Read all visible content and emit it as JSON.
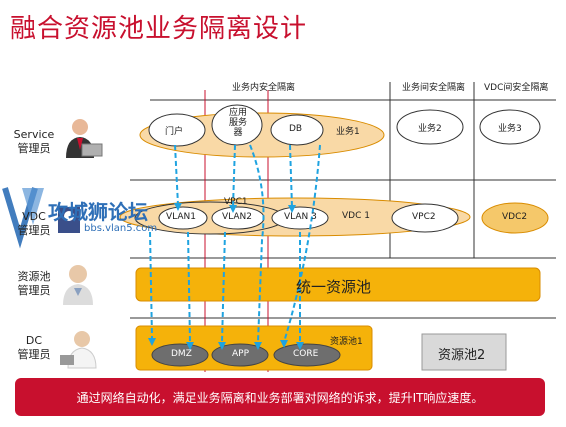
{
  "title": "融合资源池业务隔离设计",
  "headers": {
    "intra": "业务内安全隔离",
    "inter": "业务间安全隔离",
    "vdc": "VDC间安全隔离"
  },
  "roles": {
    "service_line1": "Service",
    "service_line2": "管理员",
    "vdc_line1": "VDC",
    "vdc_line2": "管理员",
    "pool_line1": "资源池",
    "pool_line2": "管理员",
    "dc_line1": "DC",
    "dc_line2": "管理员"
  },
  "service_layer": {
    "portal": "门户",
    "app_server_l1": "应用",
    "app_server_l2": "服务",
    "app_server_l3": "器",
    "db": "DB",
    "biz1": "业务1",
    "biz2": "业务2",
    "biz3": "业务3"
  },
  "vdc_layer": {
    "vpc1": "VPC1",
    "vlan1": "VLAN1",
    "vlan2": "VLAN2",
    "vlan3": "VLAN 3",
    "vdc1": "VDC 1",
    "vpc2": "VPC2",
    "vdc2": "VDC2"
  },
  "pool_layer": {
    "unified_pool": "统一资源池"
  },
  "dc_layer": {
    "dmz": "DMZ",
    "app": "APP",
    "core": "CORE",
    "pool1": "资源池1",
    "pool2": "资源池2"
  },
  "watermark": {
    "logo_text": "攻城狮论坛",
    "url": "bbs.vlan5.com"
  },
  "banner": "通过网络自动化，满足业务隔离和业务部署对网络的诉求，提升IT响应速度。",
  "colors": {
    "title_red": "#c8102e",
    "pool_orange": "#f5b20a",
    "pool_border": "#d98c00",
    "light_orange": "#f9d9a6",
    "grey_pool": "#d9d9d9",
    "dark_oval": "#6e6e6e",
    "arrow_blue": "#1fa3e0",
    "divider_red": "#c8102e"
  }
}
